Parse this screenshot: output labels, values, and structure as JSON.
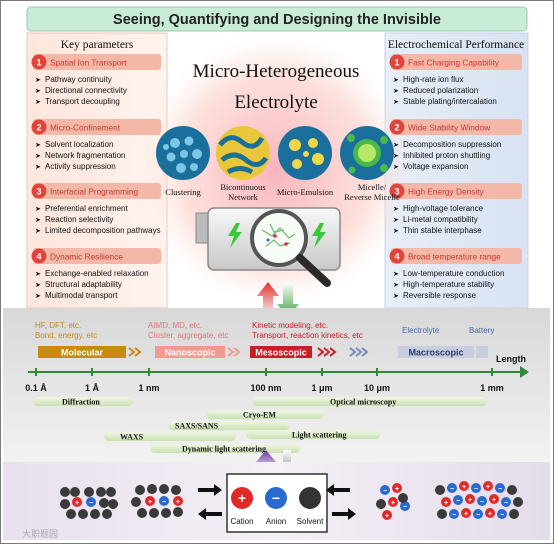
{
  "title": "Seeing, Quantifying and Designing the Invisible",
  "left_panel": {
    "heading": "Key parameters",
    "sections": [
      {
        "num": "1",
        "title": "Spatial Ion Transport",
        "items": [
          "Pathway continuity",
          "Directional connectivity",
          "Transport decoupling"
        ]
      },
      {
        "num": "2",
        "title": "Micro-Confinement",
        "items": [
          "Solvent localization",
          "Network fragmentation",
          "Activity suppression"
        ]
      },
      {
        "num": "3",
        "title": "Interfacial Programming",
        "items": [
          "Preferential enrichment",
          "Reaction selectivity",
          "Limited decomposition pathways"
        ]
      },
      {
        "num": "4",
        "title": "Dynamic Resilience",
        "items": [
          "Exchange-enabled relaxation",
          "Structural adaptability",
          "Multimodal transport"
        ]
      }
    ]
  },
  "right_panel": {
    "heading": "Electrochemical Performance",
    "sections": [
      {
        "num": "1",
        "title": "Fast Charging Capability",
        "items": [
          "High-rate ion flux",
          "Reduced polarization",
          "Stable plating/intercalation"
        ]
      },
      {
        "num": "2",
        "title": "Wide Stability Window",
        "items": [
          "Decomposition suppression",
          "Inhibited proton shuttling",
          "Voltage expansion"
        ]
      },
      {
        "num": "3",
        "title": "High Energy Density",
        "items": [
          "High-voltage tolerance",
          "Li-metal compatibility",
          "Thin stable interphase"
        ]
      },
      {
        "num": "4",
        "title": "Broad temperature range",
        "items": [
          "Low-temperature conduction",
          "High-temperature stability",
          "Reversible response"
        ]
      }
    ]
  },
  "center": {
    "title_line1": "Micro-Heterogeneous",
    "title_line2": "Electrolyte",
    "morphologies": [
      {
        "label": "Clustering"
      },
      {
        "label": "Bicontinuous Network"
      },
      {
        "label": "Micro-Emulsion"
      },
      {
        "label": "Micelle/ Reverse Micelle"
      }
    ]
  },
  "scale": {
    "methods": [
      {
        "text": "HF, DFT, etc. Bond, energy, etc"
      },
      {
        "text": "AIMD, MD, etc. Cluster, aggregate, etc"
      },
      {
        "text": "Kinetic modeling, etc. Transport, reaction kinetics, etc"
      },
      {
        "text": "Electrolyte"
      },
      {
        "text": "Battery"
      }
    ],
    "levels": [
      "Molecular",
      "Nanoscopic",
      "Mesoscopic",
      "Macroscopic"
    ],
    "length_label": "Length",
    "ticks": [
      "0.1 Å",
      "1 Å",
      "1 nm",
      "100 nm",
      "1 μm",
      "10 μm",
      "1 mm"
    ],
    "techniques": [
      "Diffraction",
      "Optical microscopy",
      "Cryo-EM",
      "SAXS/SANS",
      "Light scattering",
      "WAXS",
      "Dynamic light scattering"
    ]
  },
  "legend": {
    "cation": "Cation",
    "anion": "Anion",
    "solvent": "Solvent",
    "cation_symbol": "+",
    "anion_symbol": "−"
  },
  "watermark": "大职题园",
  "colors": {
    "title_bar": "#c8ecd8",
    "number_badge": "#e0443a",
    "section_header": "#f4b8a8",
    "green_axis": "#2e8b3a",
    "molecular": "#c98a10",
    "nanoscopic": "#f19a90",
    "mesoscopic": "#c81e28",
    "macroscopic": "#7a8ab8"
  }
}
